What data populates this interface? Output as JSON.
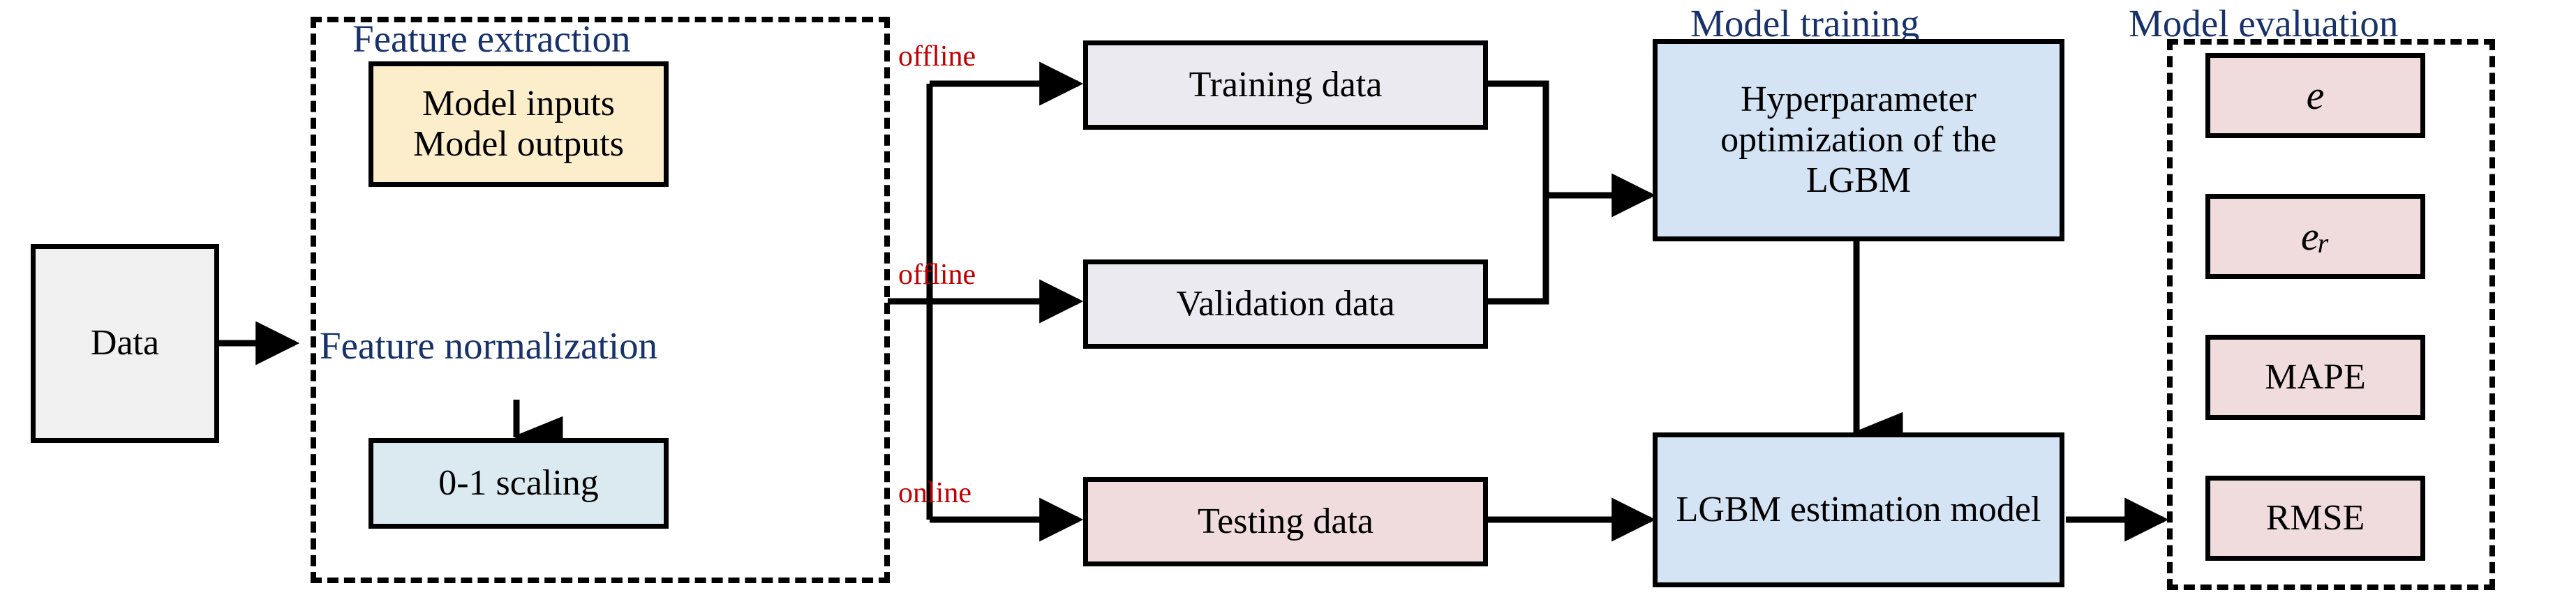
{
  "diagram": {
    "title_color": "#17316b",
    "tag_color": "#c00000",
    "groups": [
      {
        "key": "feature",
        "label": "Feature extraction"
      },
      {
        "key": "normalization",
        "label": "Feature normalization"
      },
      {
        "key": "training",
        "label": "Model training"
      },
      {
        "key": "evaluation",
        "label": "Model evaluation"
      }
    ],
    "nodes": {
      "data": {
        "label": "Data",
        "fill": "#f0f0f0"
      },
      "model_io_line1": {
        "label": "Model inputs"
      },
      "model_io_line2": {
        "label": "Model outputs"
      },
      "model_io_fill": "#fdeecb",
      "scaling": {
        "label": "0-1 scaling",
        "fill": "#dbeaf1"
      },
      "training_data": {
        "label": "Training data",
        "fill": "#eceaf1"
      },
      "validation_data": {
        "label": "Validation data",
        "fill": "#eceaf1"
      },
      "testing_data": {
        "label": "Testing data",
        "fill": "#f0dcdc"
      },
      "hyperparameter": {
        "label": "Hyperparameter optimization of the LGBM",
        "fill": "#d4e4f5"
      },
      "lgbm_model": {
        "label": "LGBM estimation model",
        "fill": "#d4e4f5"
      }
    },
    "edge_tags": [
      {
        "key": "offline_training",
        "label": "offline"
      },
      {
        "key": "offline_validation",
        "label": "offline"
      },
      {
        "key": "online_testing",
        "label": "online"
      }
    ],
    "metrics": [
      {
        "key": "e",
        "label": "e",
        "sub": "",
        "italic": true,
        "fill": "#f0dcdc"
      },
      {
        "key": "e_r",
        "label": "e",
        "sub": "r",
        "italic": true,
        "fill": "#f0dcdc"
      },
      {
        "key": "mape",
        "label": "MAPE",
        "sub": "",
        "italic": false,
        "fill": "#f0dcdc"
      },
      {
        "key": "rmse",
        "label": "RMSE",
        "sub": "",
        "italic": false,
        "fill": "#f0dcdc"
      }
    ]
  }
}
